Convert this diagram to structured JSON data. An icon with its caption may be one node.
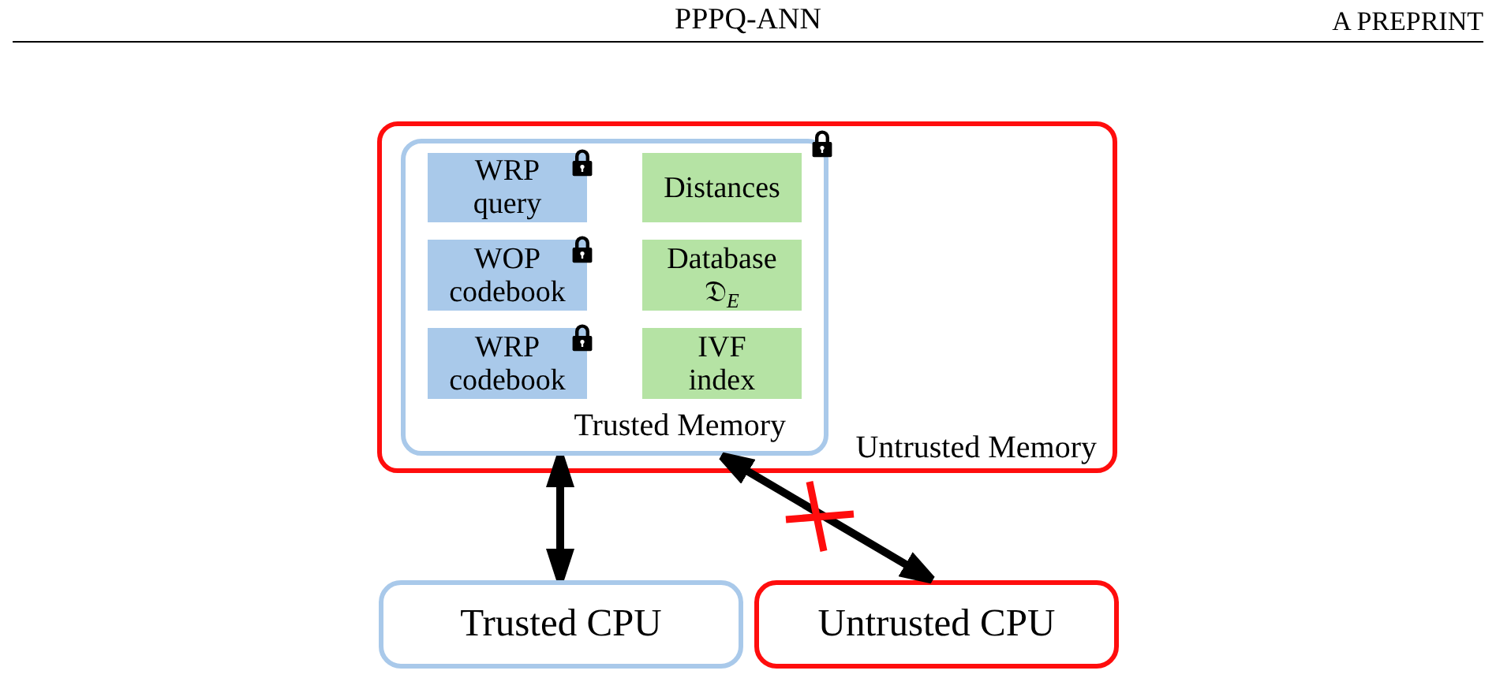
{
  "diagram": {
    "nodes": [
      {
        "text": [
          "Untrusted Memory"
        ]
      },
      {
        "text": [
          "Trusted Memory"
        ],
        "in": 0
      },
      {
        "text": [
          "WRP query"
        ],
        "in": 1
      },
      {
        "text": [
          "Distances"
        ],
        "in": 1
      },
      {
        "text": [
          "WOP codebook"
        ],
        "in": 1
      },
      {
        "text": [
          "Database 𝔇$_{E}$"
        ],
        "in": 1
      },
      {
        "text": [
          "WRP codebook"
        ],
        "in": 1
      },
      {
        "text": [
          "IVF index"
        ],
        "in": 1
      },
      {
        "text": [
          "Trusted CPU"
        ]
      },
      {
        "text": [
          "Untrusted CPU"
        ]
      }
    ],
    "edges": [
      {
        "from": 1,
        "to": 8,
        "arrow": "both"
      },
      {
        "from": 1,
        "to": 9,
        "arrow": "both"
      }
    ],
    "labels": [
      "PPPQ-ANN",
      "A PREPRINT"
    ]
  }
}
